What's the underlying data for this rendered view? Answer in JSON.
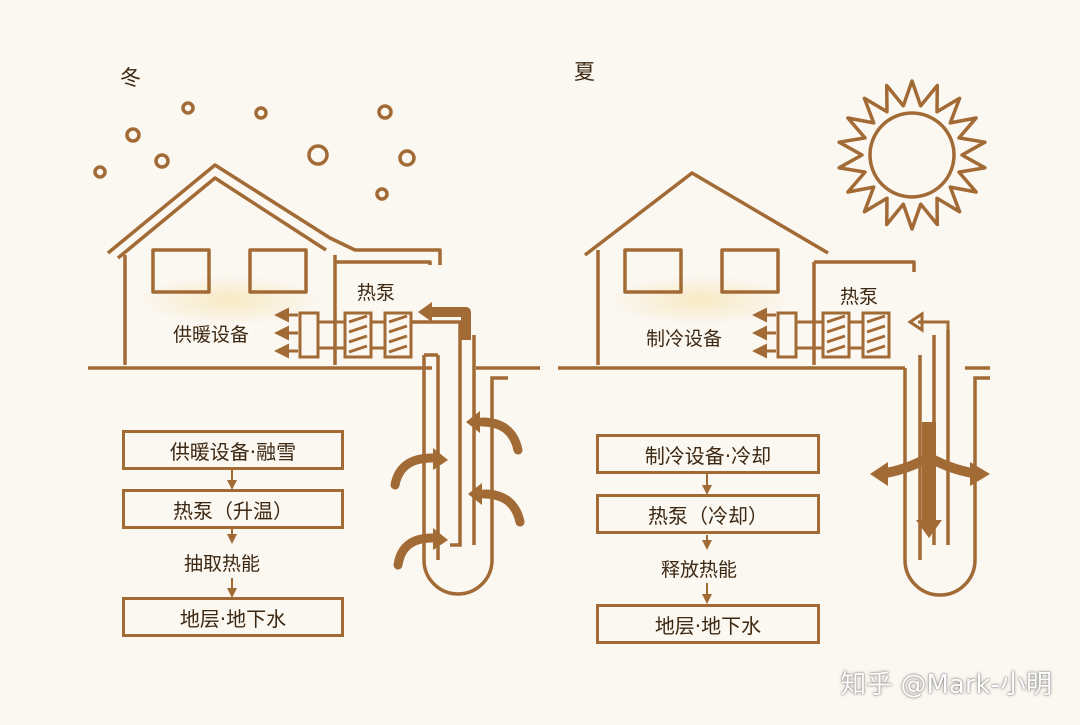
{
  "colors": {
    "stroke": "#a26a35",
    "text": "#3d2812",
    "background": "#fbf7f1",
    "glow": "#f7e6b8"
  },
  "winter": {
    "season": "冬",
    "heat_pump_label": "热泵",
    "device_label": "供暖设备",
    "flow": {
      "box1": "供暖设备·融雪",
      "box2": "热泵（升温）",
      "middle": "抽取热能",
      "box3": "地层·地下水"
    }
  },
  "summer": {
    "season": "夏",
    "heat_pump_label": "热泵",
    "device_label": "制冷设备",
    "flow": {
      "box1": "制冷设备·冷却",
      "box2": "热泵（冷却）",
      "middle": "释放热能",
      "box3": "地层·地下水"
    }
  },
  "icons": [
    "snowflake-icon",
    "sun-icon",
    "house-icon",
    "arrow-icon"
  ],
  "watermark": "知乎 @Mark-小明"
}
